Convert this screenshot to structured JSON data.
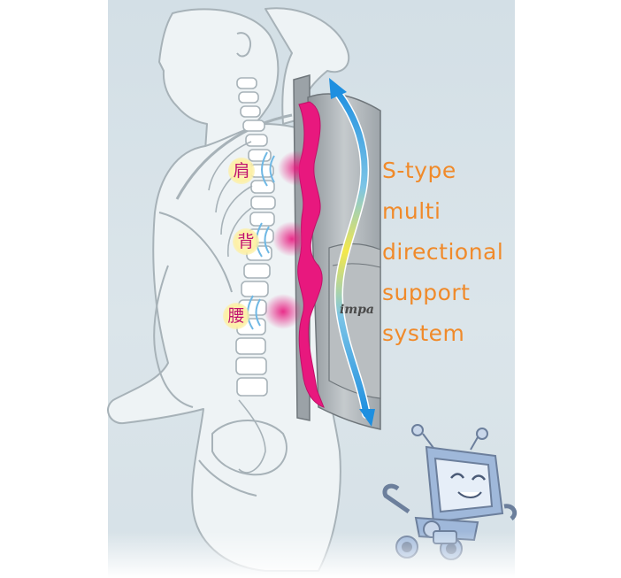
{
  "diagram": {
    "zones": [
      {
        "key": "shoulder",
        "label": "肩"
      },
      {
        "key": "back",
        "label": "背"
      },
      {
        "key": "waist",
        "label": "腰"
      }
    ],
    "caption_lines": [
      "S-type",
      "multi",
      "directional",
      "support",
      "system"
    ],
    "brand_text": "impa",
    "colors": {
      "background": "#d6e1e7",
      "outline": "#a7b2b8",
      "support_pad": "#e8187e",
      "caption": "#f08a2a",
      "zone_label": "#c0106e",
      "arrow_top": "#1e8fe0",
      "arrow_mid": "#f4e84a"
    },
    "icons": [
      "girl-silhouette",
      "spine",
      "backpack",
      "s-curve-arrow",
      "robot-mascot"
    ]
  }
}
